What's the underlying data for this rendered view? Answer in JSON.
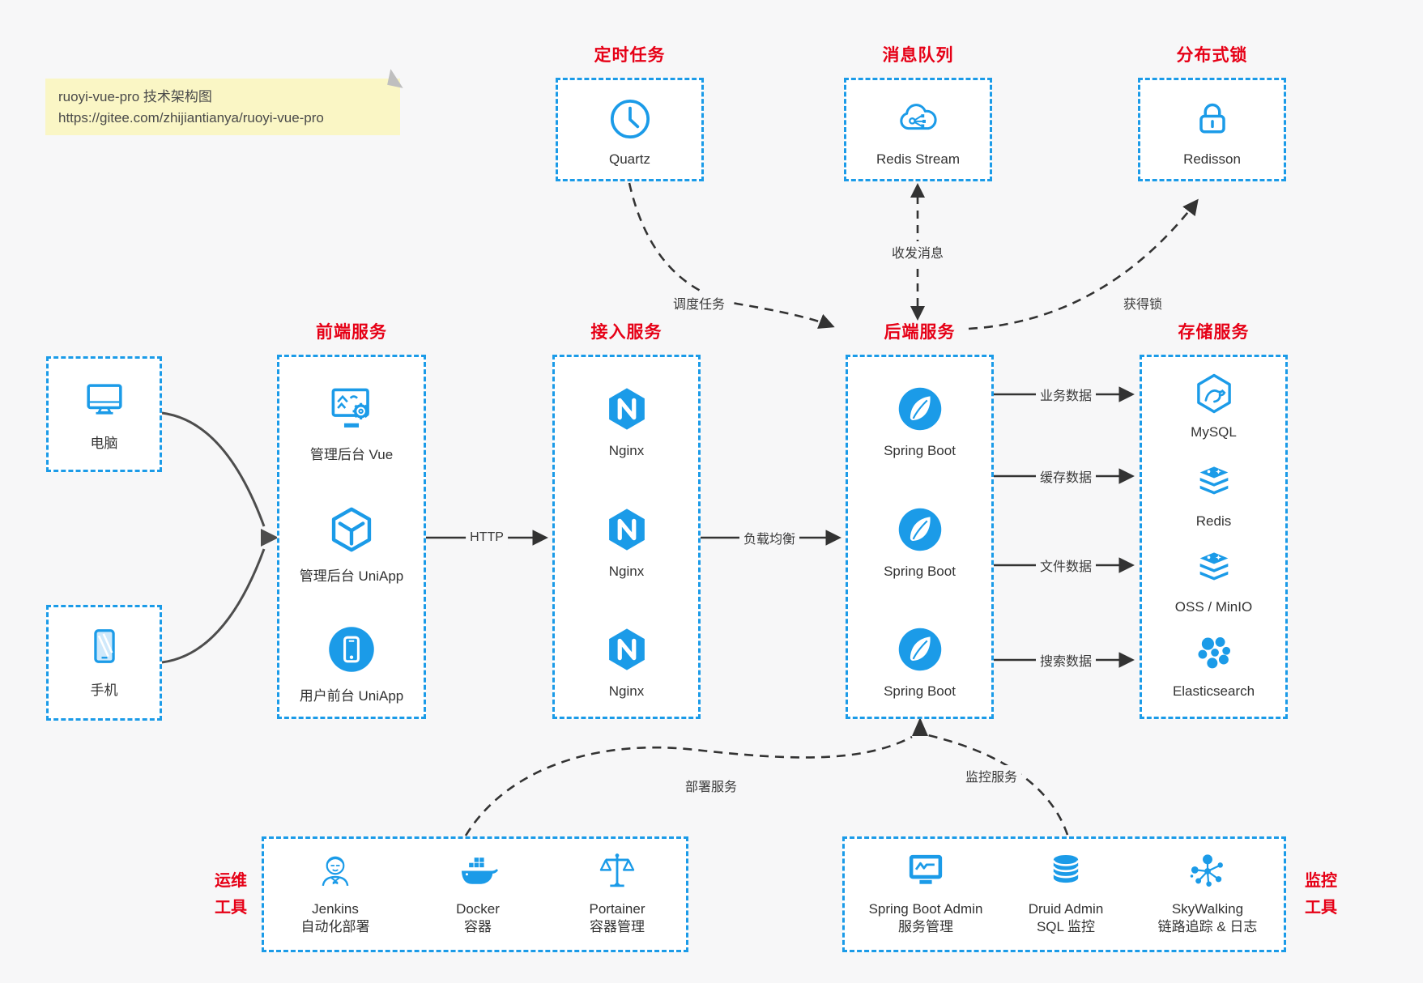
{
  "note": {
    "line1": "ruoyi-vue-pro 技术架构图",
    "line2": "https://gitee.com/zhijiantianya/ruoyi-vue-pro"
  },
  "colors": {
    "accent_blue": "#1b9be8",
    "title_red": "#e60016",
    "label_dark": "#333333",
    "wire_gray": "#3a3a3a",
    "note_bg": "#faf6c5",
    "page_bg": "#f7f7f8"
  },
  "groups": {
    "scheduled": {
      "title": "定时任务",
      "item": {
        "label": "Quartz",
        "icon": "clock-icon"
      }
    },
    "mq": {
      "title": "消息队列",
      "item": {
        "label": "Redis Stream",
        "icon": "cloud-share-icon"
      }
    },
    "lock": {
      "title": "分布式锁",
      "item": {
        "label": "Redisson",
        "icon": "lock-icon"
      }
    },
    "clients": {
      "pc": {
        "label": "电脑",
        "icon": "desktop-icon"
      },
      "phone": {
        "label": "手机",
        "icon": "phone-icon"
      }
    },
    "frontend": {
      "title": "前端服务",
      "items": [
        {
          "label": "管理后台 Vue",
          "icon": "admin-vue-icon"
        },
        {
          "label": "管理后台 UniApp",
          "icon": "uniapp-cube-icon"
        },
        {
          "label": "用户前台 UniApp",
          "icon": "user-app-icon"
        }
      ]
    },
    "gateway": {
      "title": "接入服务",
      "items": [
        {
          "label": "Nginx",
          "icon": "nginx-icon"
        },
        {
          "label": "Nginx",
          "icon": "nginx-icon"
        },
        {
          "label": "Nginx",
          "icon": "nginx-icon"
        }
      ]
    },
    "backend": {
      "title": "后端服务",
      "items": [
        {
          "label": "Spring Boot",
          "icon": "spring-boot-icon"
        },
        {
          "label": "Spring Boot",
          "icon": "spring-boot-icon"
        },
        {
          "label": "Spring Boot",
          "icon": "spring-boot-icon"
        }
      ]
    },
    "storage": {
      "title": "存储服务",
      "items": [
        {
          "label": "MySQL",
          "icon": "mysql-icon"
        },
        {
          "label": "Redis",
          "icon": "redis-stack-icon"
        },
        {
          "label": "OSS / MinIO",
          "icon": "oss-stack-icon"
        },
        {
          "label": "Elasticsearch",
          "icon": "elasticsearch-icon"
        }
      ]
    },
    "ops": {
      "title_line1": "运维",
      "title_line2": "工具",
      "items": [
        {
          "name": "Jenkins",
          "desc": "自动化部署",
          "icon": "jenkins-icon"
        },
        {
          "name": "Docker",
          "desc": "容器",
          "icon": "docker-whale-icon"
        },
        {
          "name": "Portainer",
          "desc": "容器管理",
          "icon": "scales-icon"
        }
      ]
    },
    "monitoring": {
      "title_line1": "监控",
      "title_line2": "工具",
      "items": [
        {
          "name": "Spring Boot Admin",
          "desc": "服务管理",
          "icon": "monitor-pulse-icon"
        },
        {
          "name": "Druid Admin",
          "desc": "SQL 监控",
          "icon": "database-icon"
        },
        {
          "name": "SkyWalking",
          "desc": "链路追踪 & 日志",
          "icon": "skywalking-icon"
        }
      ]
    }
  },
  "edges": {
    "http": "HTTP",
    "load_balance": "负载均衡",
    "schedule": "调度任务",
    "messages": "收发消息",
    "acquire_lock": "获得锁",
    "biz_data": "业务数据",
    "cache_data": "缓存数据",
    "file_data": "文件数据",
    "search_data": "搜索数据",
    "deploy": "部署服务",
    "monitor": "监控服务"
  }
}
